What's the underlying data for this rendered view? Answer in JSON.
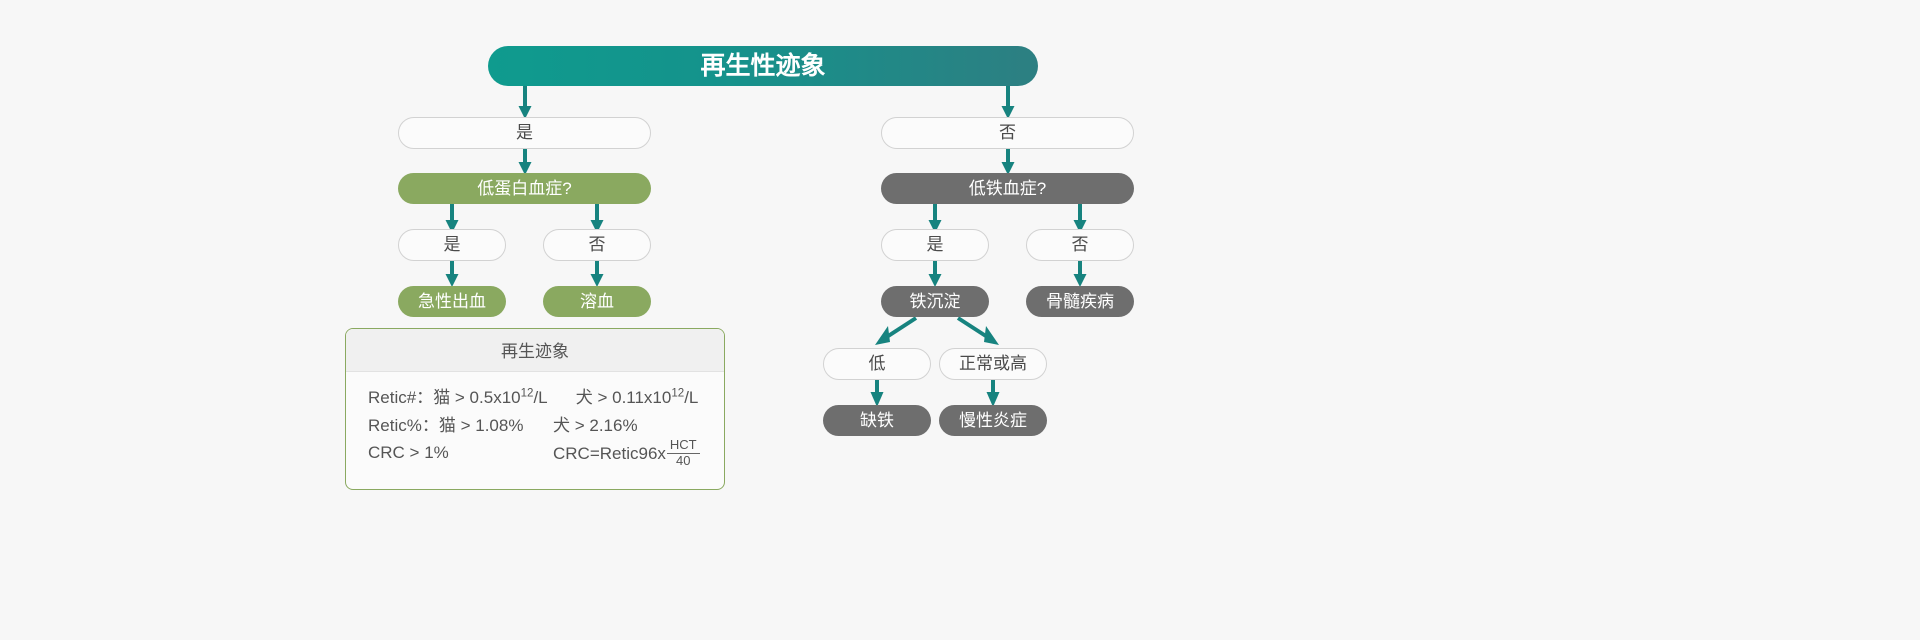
{
  "meta": {
    "background_color": "#f7f7f7",
    "accent_teal": "#1a8a86",
    "accent_green": "#8aa960",
    "accent_gray": "#6e6e6e",
    "arrow_color": "#17837f"
  },
  "title": {
    "label": "再生性迹象"
  },
  "left_branch": {
    "answer": "是",
    "question": "低蛋白血症?",
    "answer_yes": "是",
    "answer_no": "否",
    "result_yes": "急性出血",
    "result_no": "溶血"
  },
  "right_branch": {
    "answer": "否",
    "question": "低铁血症?",
    "answer_yes": "是",
    "answer_no": "否",
    "result_yes": "铁沉淀",
    "result_no": "骨髓疾病",
    "sub_low": "低",
    "sub_normal_high": "正常或高",
    "sub_result_low": "缺铁",
    "sub_result_normal_high": "慢性炎症"
  },
  "infobox": {
    "header": "再生迹象",
    "retic_num_label": "Retic#：",
    "retic_num_cat": "猫 > 0.5x10",
    "retic_num_cat_sup": "12",
    "retic_num_cat_unit": "/L",
    "retic_num_dog": "犬 > ",
    "retic_num_dog_value": "0.11x10",
    "retic_num_dog_sup": "12",
    "retic_num_dog_unit": "/L",
    "retic_pct_label": "Retic%：",
    "retic_pct_cat": "猫 > 1.08%",
    "retic_pct_dog": "犬 > 2.16%",
    "crc_label": "CRC > 1%",
    "crc_formula_prefix": "CRC=Retic96x",
    "crc_formula_num": "HCT",
    "crc_formula_den": "40"
  }
}
